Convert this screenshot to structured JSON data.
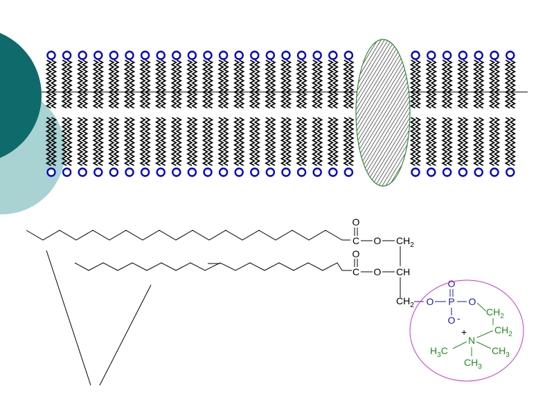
{
  "colors": {
    "head_blue": "#0000cc",
    "protein_green": "#2e8b2e",
    "deco_dark_teal": "#0f6b6b",
    "deco_light_teal": "#a9d2d2",
    "phosphate_blue": "#1a1aa6",
    "choline_green": "#1f8a1f",
    "choline_circle": "#cc33cc",
    "black": "#000000"
  },
  "membrane": {
    "lipids_left_of_protein": 20,
    "lipids_right_of_protein": 7
  },
  "molecule": {
    "carbonyl_oxygen": "O",
    "ester_1": {
      "carbon": "C",
      "oxygen": "O",
      "group": "CH",
      "sub": "2"
    },
    "ester_2": {
      "carbon": "C",
      "oxygen": "O",
      "group": "CH"
    },
    "glycerol_3": {
      "group": "CH",
      "sub": "2",
      "oxygen": "O"
    },
    "phosphate": {
      "atom": "P",
      "top_oxygen": "O",
      "ester_oxygen": "O",
      "anion_oxygen": "O",
      "minus": "-"
    },
    "choline": {
      "ch2_a": "CH",
      "ch2_a_sub": "2",
      "ch2_b": "CH",
      "ch2_b_sub": "2",
      "plus": "+",
      "nitrogen": "N",
      "methyl_left": "H",
      "methyl_left_sub": "3",
      "methyl_left_c": "C",
      "methyl_right": "CH",
      "methyl_right_sub": "3",
      "methyl_bottom": "CH",
      "methyl_bottom_sub": "3"
    }
  }
}
